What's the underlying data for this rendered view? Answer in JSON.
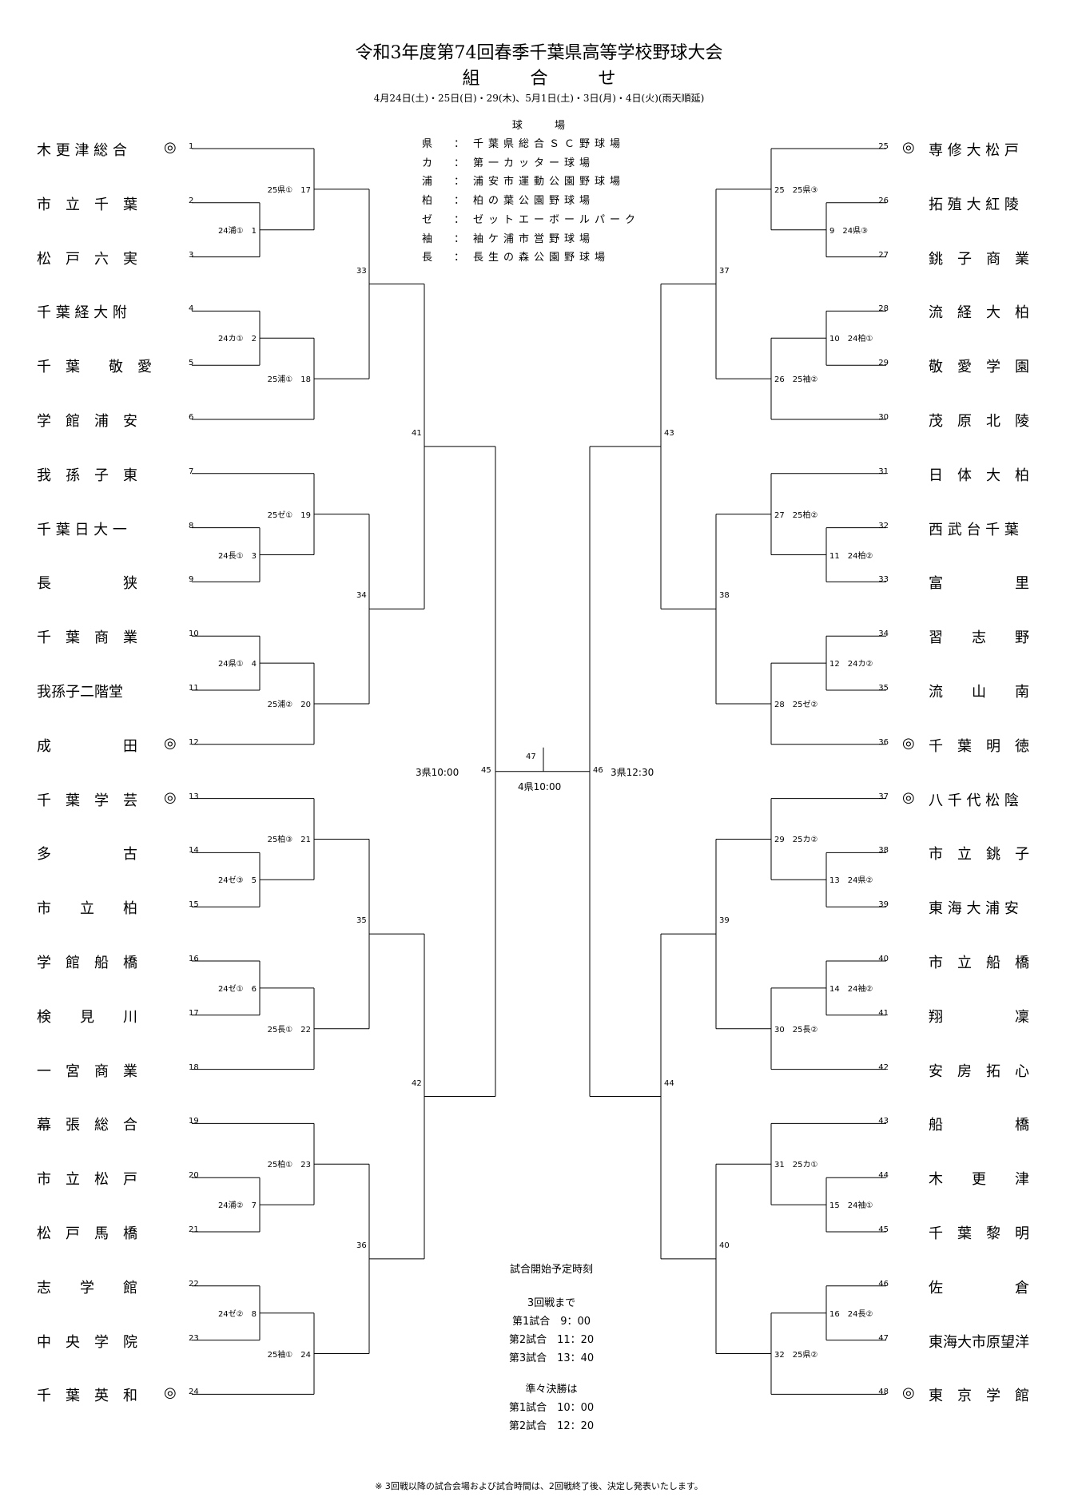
{
  "header": {
    "title": "令和3年度第74回春季千葉県高等学校野球大会",
    "subtitle": "組 合 せ",
    "dates": "4月24日(土)・25日(日)・29(木)、5月1日(土)・3日(月)・4日(火)(雨天順延)"
  },
  "venues": {
    "heading": "球 場",
    "items": [
      {
        "key": "県",
        "name": "千葉県総合ＳＣ野球場"
      },
      {
        "key": "カ",
        "name": "第一カッター球場"
      },
      {
        "key": "浦",
        "name": "浦安市運動公園野球場"
      },
      {
        "key": "柏",
        "name": "柏の葉公園野球場"
      },
      {
        "key": "ゼ",
        "name": "ゼットエーボールパーク"
      },
      {
        "key": "袖",
        "name": "袖ケ浦市営野球場"
      },
      {
        "key": "長",
        "name": "長生の森公園野球場"
      }
    ]
  },
  "seed_mark": "◎",
  "left_teams": [
    {
      "no": "1",
      "name": "木 更 津 総 合",
      "seed": true
    },
    {
      "no": "2",
      "name": "市　立　千　葉",
      "seed": false
    },
    {
      "no": "3",
      "name": "松　戸　六　実",
      "seed": false
    },
    {
      "no": "4",
      "name": "千 葉 経 大 附",
      "seed": false
    },
    {
      "no": "5",
      "name": "千　葉　　敬　愛",
      "seed": false
    },
    {
      "no": "6",
      "name": "学　館　浦　安",
      "seed": false
    },
    {
      "no": "7",
      "name": "我　孫　子　東",
      "seed": false
    },
    {
      "no": "8",
      "name": "千 葉 日 大 一",
      "seed": false
    },
    {
      "no": "9",
      "name": "長　　　　　狭",
      "seed": false
    },
    {
      "no": "10",
      "name": "千　葉　商　業",
      "seed": false
    },
    {
      "no": "11",
      "name": "我孫子二階堂",
      "seed": false
    },
    {
      "no": "12",
      "name": "成　　　　　田",
      "seed": true
    },
    {
      "no": "13",
      "name": "千　葉　学　芸",
      "seed": true
    },
    {
      "no": "14",
      "name": "多　　　　　古",
      "seed": false
    },
    {
      "no": "15",
      "name": "市　　立　　柏",
      "seed": false
    },
    {
      "no": "16",
      "name": "学　館　船　橋",
      "seed": false
    },
    {
      "no": "17",
      "name": "検　　見　　川",
      "seed": false
    },
    {
      "no": "18",
      "name": "一　宮　商　業",
      "seed": false
    },
    {
      "no": "19",
      "name": "幕　張　総　合",
      "seed": false
    },
    {
      "no": "20",
      "name": "市　立　松　戸",
      "seed": false
    },
    {
      "no": "21",
      "name": "松　戸　馬　橋",
      "seed": false
    },
    {
      "no": "22",
      "name": "志　　学　　館",
      "seed": false
    },
    {
      "no": "23",
      "name": "中　央　学　院",
      "seed": false
    },
    {
      "no": "24",
      "name": "千　葉　英　和",
      "seed": true
    }
  ],
  "right_teams": [
    {
      "no": "25",
      "name": "専 修 大 松 戸",
      "seed": true
    },
    {
      "no": "26",
      "name": "拓 殖 大 紅 陵",
      "seed": false
    },
    {
      "no": "27",
      "name": "銚　子　商　業",
      "seed": false
    },
    {
      "no": "28",
      "name": "流　経　大　柏",
      "seed": false
    },
    {
      "no": "29",
      "name": "敬　愛　学　園",
      "seed": false
    },
    {
      "no": "30",
      "name": "茂　原　北　陵",
      "seed": false
    },
    {
      "no": "31",
      "name": "日　体　大　柏",
      "seed": false
    },
    {
      "no": "32",
      "name": "西 武 台 千 葉",
      "seed": false
    },
    {
      "no": "33",
      "name": "富　　　　　里",
      "seed": false
    },
    {
      "no": "34",
      "name": "習　　志　　野",
      "seed": false
    },
    {
      "no": "35",
      "name": "流　　山　　南",
      "seed": false
    },
    {
      "no": "36",
      "name": "千　葉　明　徳",
      "seed": true
    },
    {
      "no": "37",
      "name": "八 千 代 松 陰",
      "seed": true
    },
    {
      "no": "38",
      "name": "市　立　銚　子",
      "seed": false
    },
    {
      "no": "39",
      "name": "東 海 大 浦 安",
      "seed": false
    },
    {
      "no": "40",
      "name": "市　立　船　橋",
      "seed": false
    },
    {
      "no": "41",
      "name": "翔　　　　　凜",
      "seed": false
    },
    {
      "no": "42",
      "name": "安　房　拓　心",
      "seed": false
    },
    {
      "no": "43",
      "name": "船　　　　　橋",
      "seed": false
    },
    {
      "no": "44",
      "name": "木　　更　　津",
      "seed": false
    },
    {
      "no": "45",
      "name": "千　葉　黎　明",
      "seed": false
    },
    {
      "no": "46",
      "name": "佐　　　　　倉",
      "seed": false
    },
    {
      "no": "47",
      "name": "東海大市原望洋",
      "seed": false
    },
    {
      "no": "48",
      "name": "東　京　学　館",
      "seed": true
    }
  ],
  "round1_labels": {
    "1": "24浦①",
    "2": "24カ①",
    "3": "24長①",
    "4": "24県①",
    "5": "24ゼ③",
    "6": "24ゼ①",
    "7": "24浦②",
    "8": "24ゼ②",
    "9": "24県③",
    "10": "24柏①",
    "11": "24柏②",
    "12": "24カ②",
    "13": "24県②",
    "14": "24袖②",
    "15": "24袖①",
    "16": "24長②"
  },
  "round2_labels": {
    "17": "25県①",
    "18": "25浦①",
    "19": "25ゼ①",
    "20": "25浦②",
    "21": "25柏③",
    "22": "25長①",
    "23": "25柏①",
    "24": "25袖①",
    "25": "25県③",
    "26": "25袖②",
    "27": "25柏②",
    "28": "25ゼ②",
    "29": "25カ②",
    "30": "25長②",
    "31": "25カ①",
    "32": "25県②"
  },
  "final": {
    "semi_left_label": "3県10:00",
    "semi_right_label": "3県12:30",
    "final_label": "4県10:00",
    "left_no": "45",
    "right_no": "46",
    "final_no": "47"
  },
  "schedule": {
    "heading": "試合開始予定時刻",
    "sub1": "3回戦まで",
    "r1": "第1試合　9：00",
    "r2": "第2試合　11：20",
    "r3": "第3試合　13：40",
    "sub2": "準々決勝は",
    "q1": "第1試合　10：00",
    "q2": "第2試合　12：20"
  },
  "footnote": "※ 3回戦以降の試合会場および試合時間は、2回戦終了後、決定し発表いたします。"
}
